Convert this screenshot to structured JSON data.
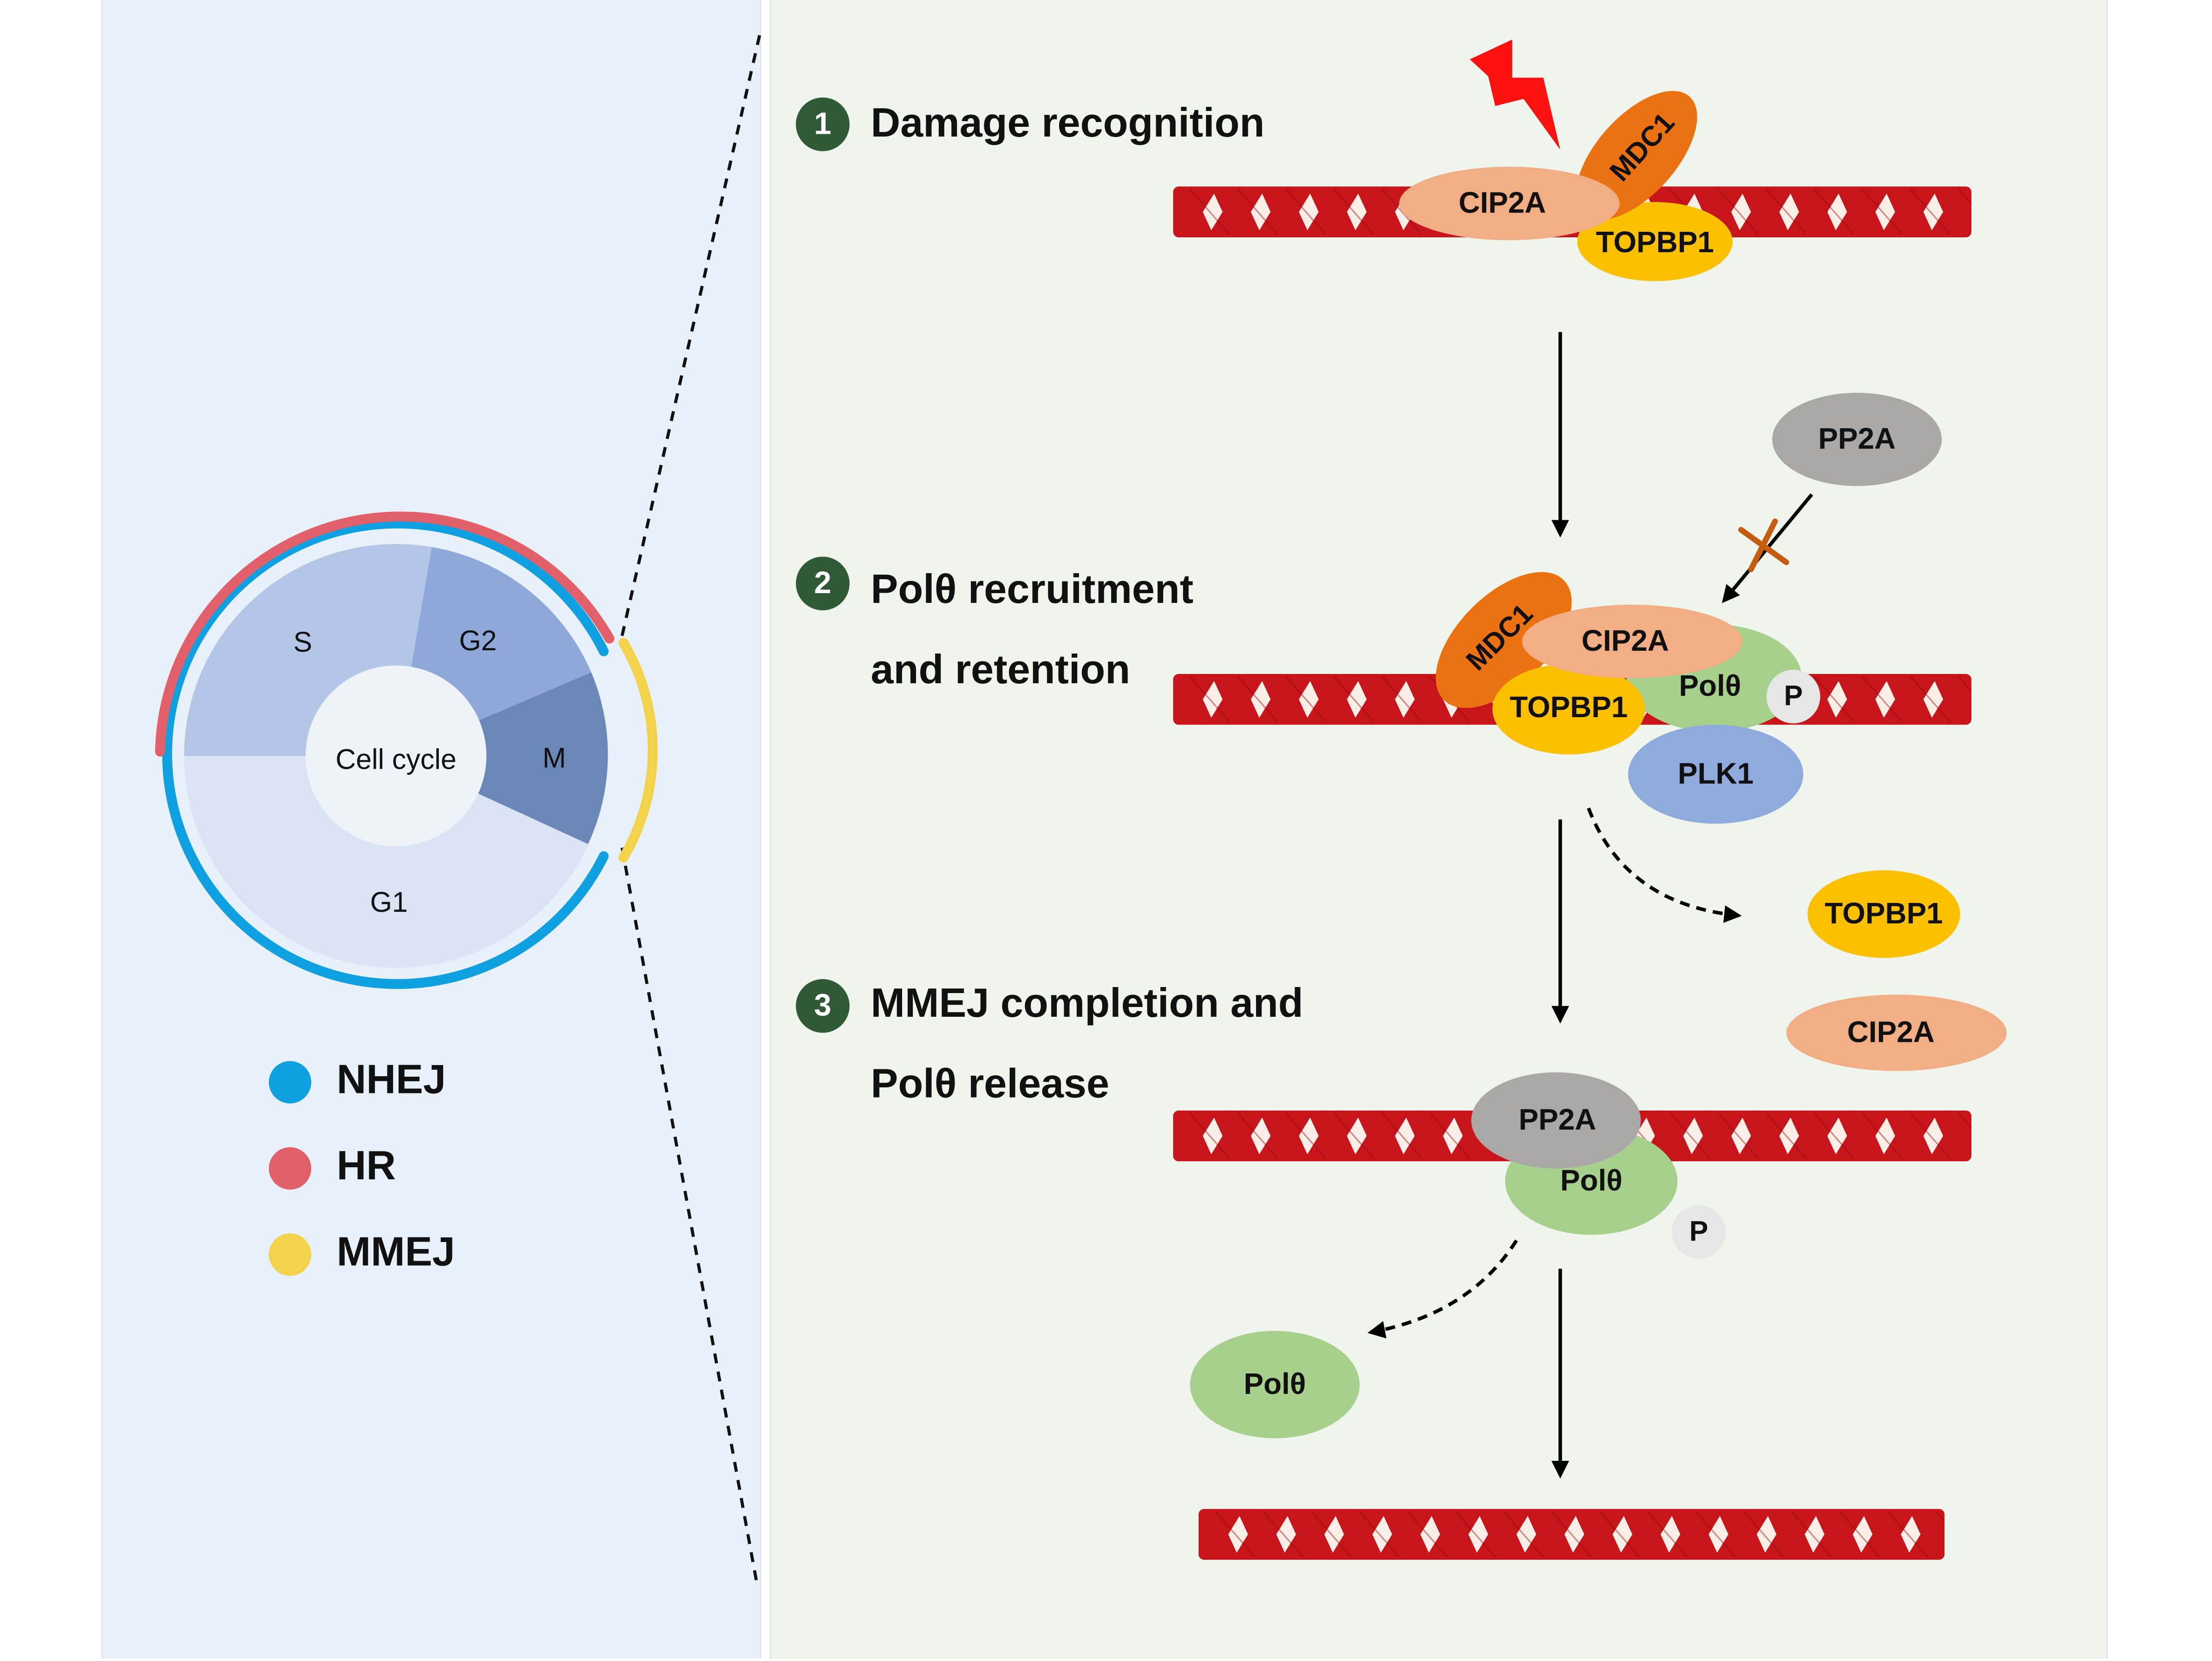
{
  "colors": {
    "left_panel": "#e8f0fa",
    "right_panel": "#eff4ec",
    "nhej": "#0ea0e0",
    "hr": "#e2606a",
    "mmej": "#f2d24a",
    "dna": "#c8151b",
    "cip2a": "#f1ae84",
    "mdc1": "#ec7211",
    "topbp1": "#fbc000",
    "pp2a": "#aaa7a7",
    "poltheta": "#a8d08d",
    "plk1": "#8faadc",
    "phospho": "#e6e6e6",
    "step_badge": "#2f5a35",
    "lightning": "#ff1010",
    "inhibit_x": "#c55a11"
  },
  "cell_cycle": {
    "center_label": "Cell cycle",
    "phases": [
      "S",
      "G2",
      "M",
      "G1"
    ]
  },
  "legend": [
    {
      "label": "NHEJ",
      "icon": "blue-dot"
    },
    {
      "label": "HR",
      "icon": "red-dot"
    },
    {
      "label": "MMEJ",
      "icon": "yellow-dot"
    }
  ],
  "steps": [
    {
      "number": "1",
      "lines": [
        "Damage recognition"
      ]
    },
    {
      "number": "2",
      "lines": [
        "Polθ recruitment",
        "and retention"
      ]
    },
    {
      "number": "3",
      "lines": [
        "MMEJ completion and",
        "Polθ release"
      ]
    }
  ],
  "proteins": {
    "step1": {
      "cip2a": "CIP2A",
      "mdc1": "MDC1",
      "topbp1": "TOPBP1"
    },
    "step2": {
      "pp2a": "PP2A",
      "mdc1": "MDC1",
      "cip2a": "CIP2A",
      "poltheta": "Polθ",
      "phospho": "P",
      "topbp1": "TOPBP1",
      "plk1": "PLK1"
    },
    "released": {
      "topbp1": "TOPBP1",
      "cip2a": "CIP2A"
    },
    "step3": {
      "pp2a": "PP2A",
      "poltheta": "Polθ",
      "phospho": "P"
    },
    "released_poltheta": "Polθ"
  }
}
